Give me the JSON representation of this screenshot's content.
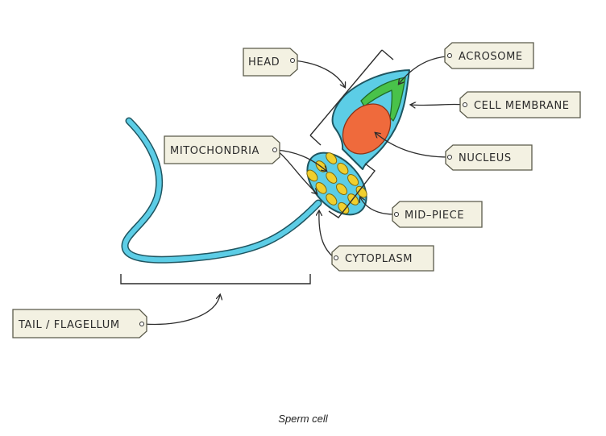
{
  "labels": {
    "head": "HEAD",
    "acrosome": "ACROSOME",
    "cell_membrane": "CELL  MEMBRANE",
    "mitochondria": "MITOCHONDRIA",
    "nucleus": "NUCLEUS",
    "mid_piece": "MID–PIECE",
    "cytoplasm": "CYTOPLASM",
    "tail": "TAIL / FLAGELLUM"
  },
  "caption": "Sperm cell",
  "colors": {
    "cell_body": "#5ccde6",
    "outline": "#1f5560",
    "nucleus": "#ef6a3c",
    "acrosome": "#49c24a",
    "mitochondria": "#f1cf2e",
    "tag_fill": "#f3f1e2",
    "tag_stroke": "#5a5a4a",
    "leader": "#2d2d2d"
  }
}
